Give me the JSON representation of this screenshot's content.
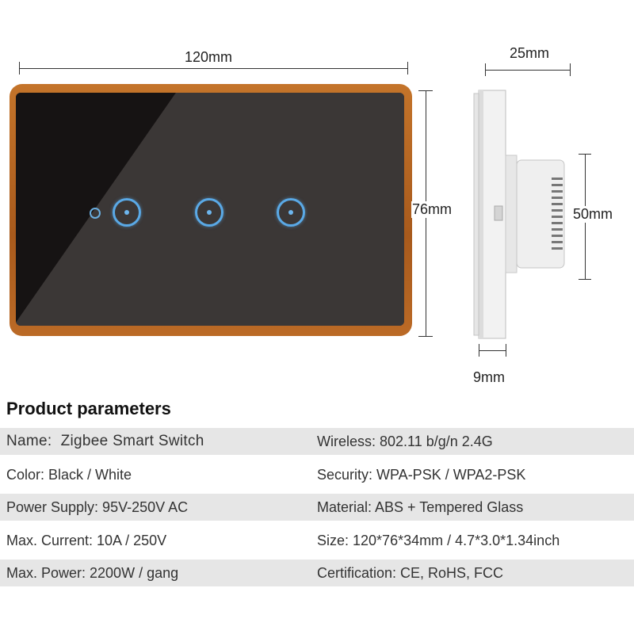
{
  "dimensions": {
    "width": "120mm",
    "height": "76mm",
    "depth": "25mm",
    "back_height": "50mm",
    "plate_thickness": "9mm"
  },
  "section_title": "Product parameters",
  "rows": [
    {
      "left": "Name:  Zigbee Smart Switch",
      "right": "Wireless: 802.11 b/g/n 2.4G"
    },
    {
      "left": "Color: Black / White",
      "right": "Security: WPA-PSK / WPA2-PSK"
    },
    {
      "left": "Power Supply: 95V-250V AC",
      "right": "Material: ABS + Tempered Glass"
    },
    {
      "left": "Max. Current: 10A / 250V",
      "right": "Size: 120*76*34mm / 4.7*3.0*1.34inch"
    },
    {
      "left": "Max. Power: 2200W / gang",
      "right": "Certification: CE, RoHS, FCC"
    }
  ],
  "colors": {
    "frame": "#b8662a",
    "glass": "#3a3635",
    "touch_ring": "#5aa9e6",
    "row_shade": "#e6e6e6"
  },
  "touch_buttons": 3
}
